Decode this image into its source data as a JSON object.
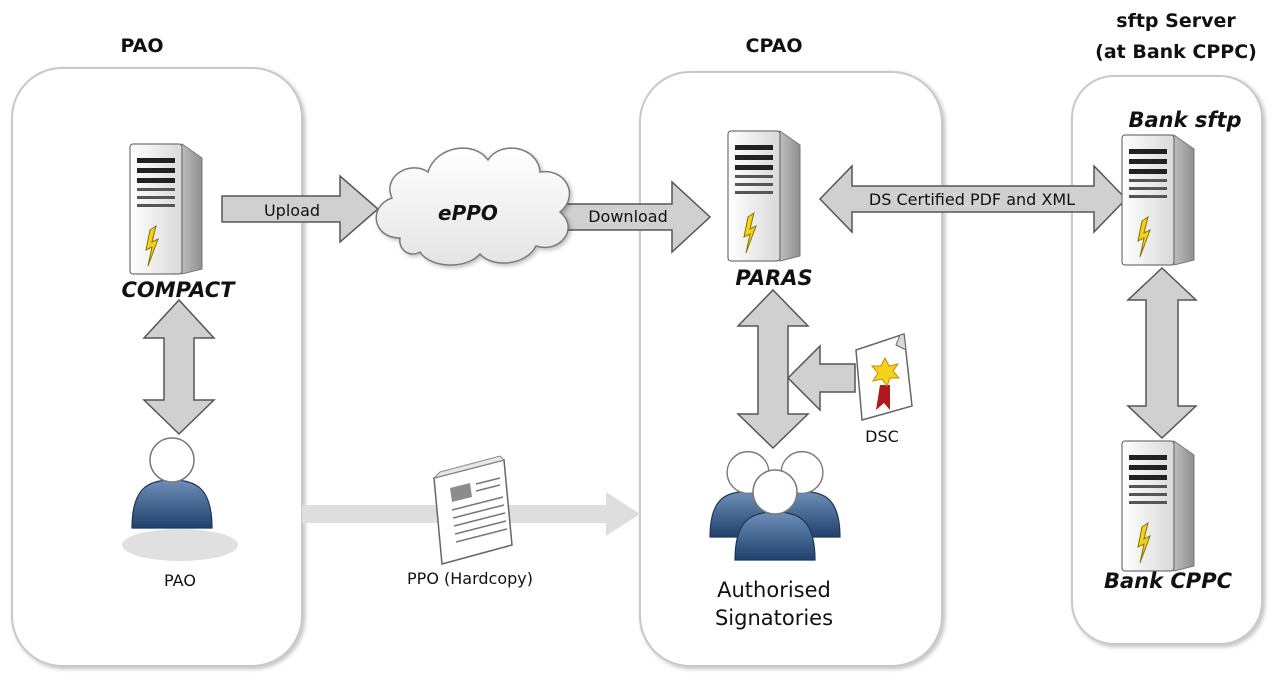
{
  "headers": {
    "pao": "PAO",
    "cpao": "CPAO",
    "sftp_line1": "sftp Server",
    "sftp_line2": "(at Bank CPPC)"
  },
  "servers": {
    "compact": "COMPACT",
    "paras": "PARAS",
    "bank_sftp": "Bank sftp",
    "bank_cppc": "Bank CPPC"
  },
  "cloud": {
    "label": "ePPO"
  },
  "arrows": {
    "upload": "Upload",
    "download": "Download",
    "ds_certified": "DS Certified PDF and XML"
  },
  "actors": {
    "pao_person": "PAO",
    "signatories_line1": "Authorised",
    "signatories_line2": "Signatories"
  },
  "documents": {
    "dsc": "DSC",
    "ppo_hardcopy": "PPO (Hardcopy)"
  },
  "colors": {
    "panel_fill": "#ffffff",
    "panel_stroke": "#c8c8c8",
    "arrow_fill": "#d0d0d0",
    "arrow_stroke": "#555555",
    "person_blue": "#2f5a8a",
    "bolt_yellow": "#f2d21b",
    "faint_arrow": "#dedede"
  }
}
